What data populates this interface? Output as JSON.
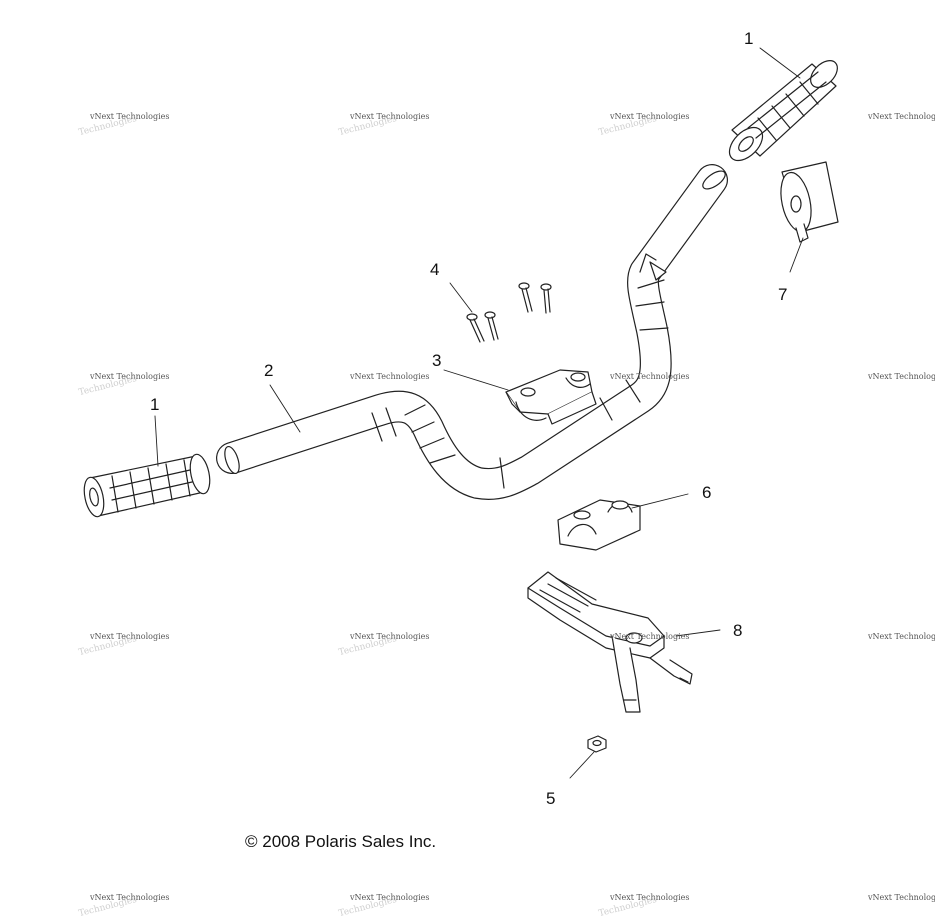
{
  "callouts": {
    "grip_right": "1",
    "grip_left": "1",
    "handlebar": "2",
    "upper_clamp": "3",
    "bolts": "4",
    "nut": "5",
    "lower_clamp": "6",
    "end_cap": "7",
    "bracket": "8"
  },
  "watermark": {
    "text": "vNext Technologies",
    "ghost": "Technologies"
  },
  "copyright": "© 2008 Polaris Sales Inc."
}
